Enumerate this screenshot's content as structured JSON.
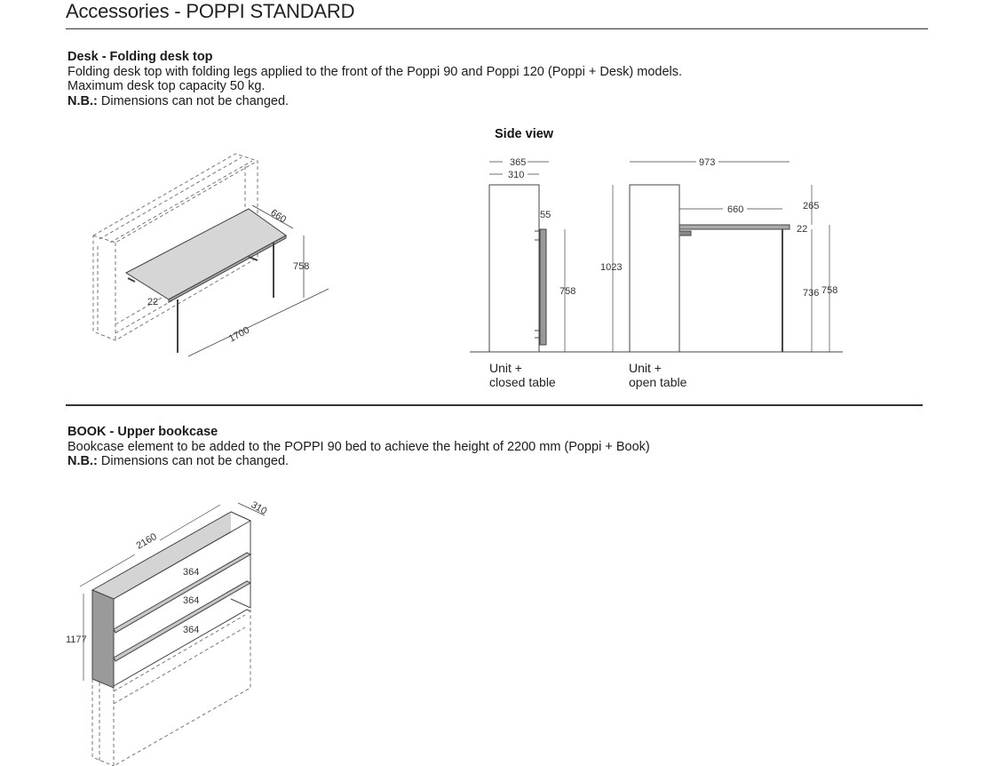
{
  "page": {
    "title": "Accessories - POPPI STANDARD"
  },
  "desk": {
    "heading": "Desk - Folding desk top",
    "line1": "Folding desk top with folding legs applied to the front of the Poppi 90 and Poppi 120 (Poppi + Desk) models.",
    "line2": "Maximum desk top capacity 50 kg.",
    "nb_label": "N.B.:",
    "nb_text": " Dimensions can not be changed.",
    "iso_dims": {
      "depth": "660",
      "height": "758",
      "thickness": "22",
      "width": "1700"
    },
    "side_view": {
      "title": "Side view",
      "dims": {
        "w365": "365",
        "w310": "310",
        "d55": "55",
        "h758": "758",
        "h1023": "1023",
        "w973": "973",
        "w660": "660",
        "h265": "265",
        "t22": "22",
        "h736": "736",
        "h758b": "758"
      },
      "caption_closed_1": "Unit +",
      "caption_closed_2": "closed table",
      "caption_open_1": "Unit +",
      "caption_open_2": "open table"
    }
  },
  "book": {
    "heading": "BOOK - Upper bookcase",
    "line1": "Bookcase element to be added to the POPPI 90 bed to achieve the height of 2200 mm (Poppi + Book)",
    "nb_label": "N.B.:",
    "nb_text": " Dimensions can not be changed.",
    "dims": {
      "width": "2160",
      "depth": "310",
      "height": "1177",
      "shelf1": "364",
      "shelf2": "364",
      "shelf3": "364"
    }
  }
}
